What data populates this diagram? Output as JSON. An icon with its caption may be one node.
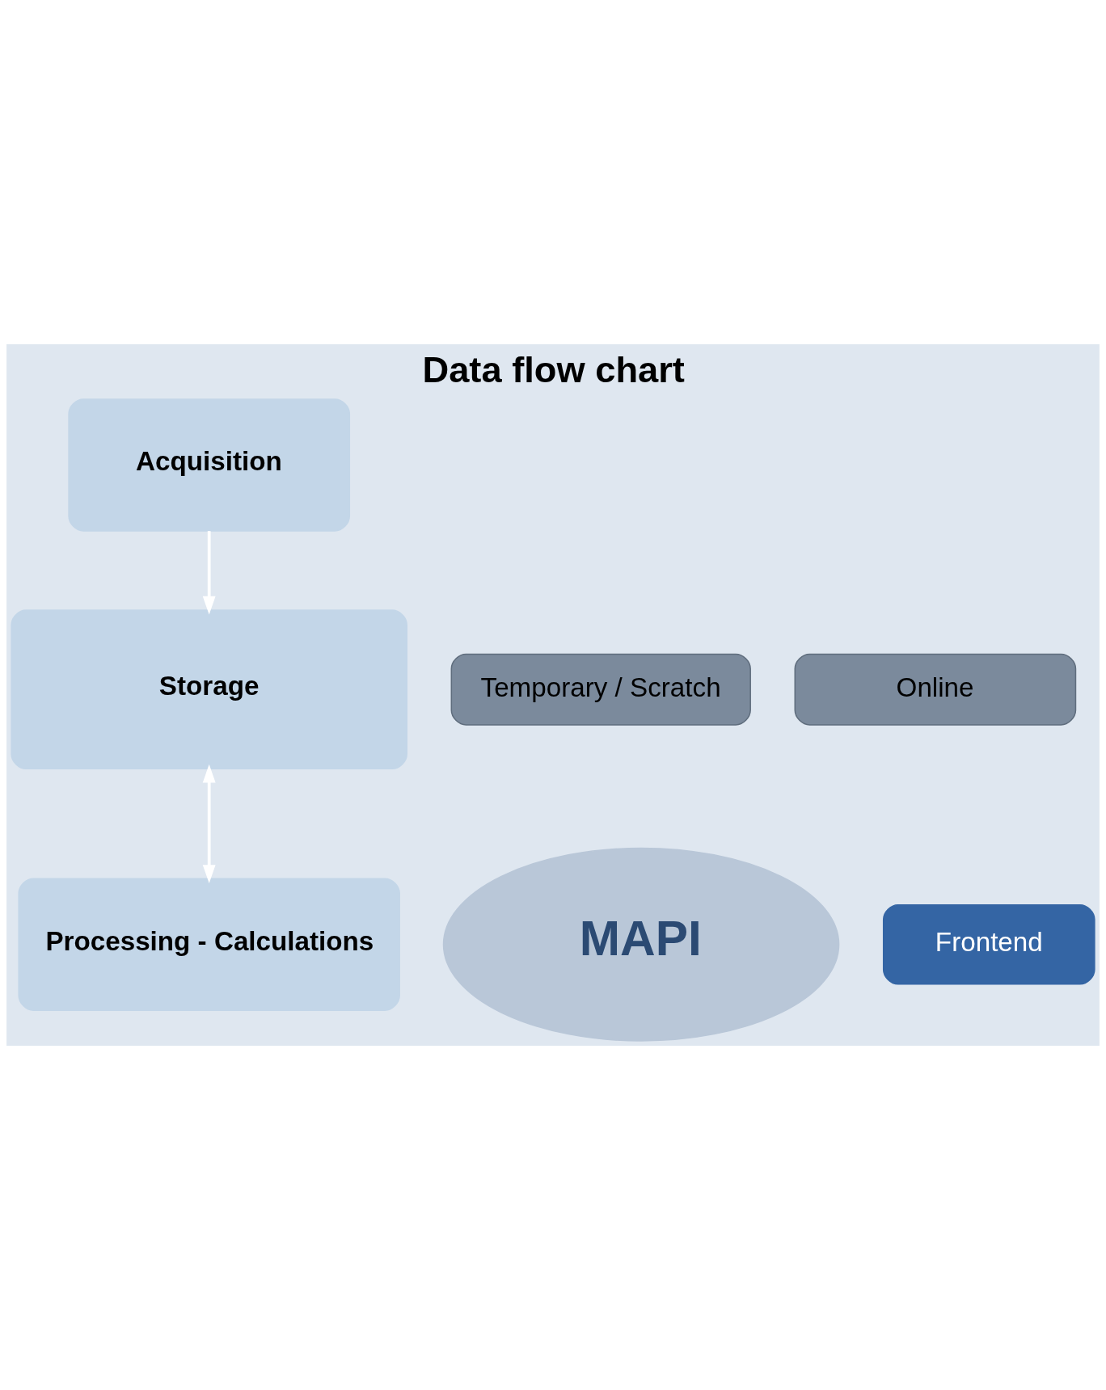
{
  "diagram": {
    "title": "Data flow chart",
    "nodes": [
      {
        "text": [
          "Acquisition"
        ]
      },
      {
        "text": [
          "Storage"
        ]
      },
      {
        "text": [
          "Temporary / Scratch"
        ]
      },
      {
        "text": [
          "Online"
        ]
      },
      {
        "text": [
          "MAPI"
        ]
      },
      {
        "text": [
          "Frontend"
        ]
      },
      {
        "text": [
          "Processing - Calculations"
        ]
      }
    ],
    "edges": [
      {
        "from": 0,
        "to": 1,
        "arrow": "to"
      },
      {
        "from": 1,
        "to": 6,
        "arrow": "both"
      }
    ]
  }
}
